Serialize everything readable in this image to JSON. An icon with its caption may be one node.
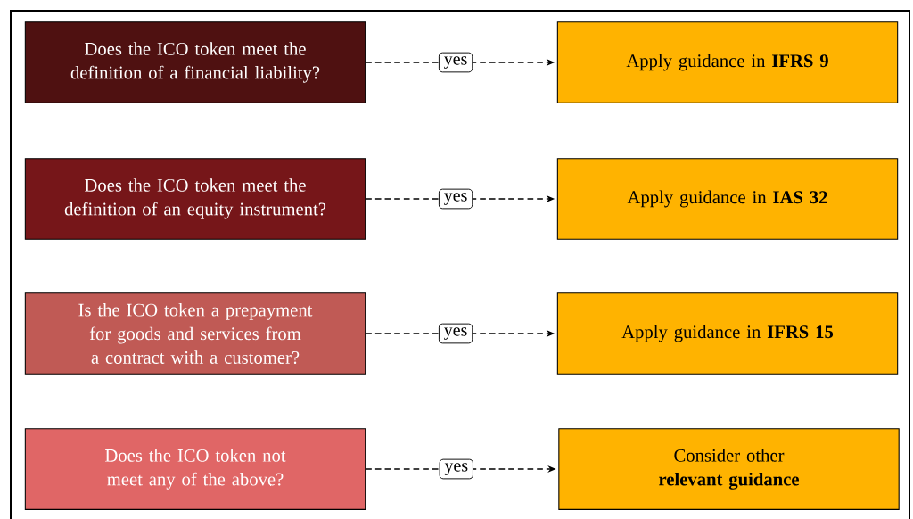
{
  "diagram": {
    "nodes": [
      {
        "text": [
          "Does the ICO token meet the definition of a financial liability?"
        ]
      },
      {
        "text": [
          "Apply guidance in **IFRS 9**"
        ]
      },
      {
        "text": [
          "Does the ICO token meet the definition of an equity instrument?"
        ]
      },
      {
        "text": [
          "Apply guidance in **IAS 32**"
        ]
      },
      {
        "text": [
          "Is the ICO token a prepayment for goods and services from a contract with a customer?"
        ]
      },
      {
        "text": [
          "Apply guidance in **IFRS 15**"
        ]
      },
      {
        "text": [
          "Does the ICO token not meet any of the above?"
        ]
      },
      {
        "text": [
          "Consider other **relevant guidance**"
        ]
      }
    ],
    "edges": [
      {
        "from": 0,
        "to": 1,
        "arrow": "to",
        "label": "yes",
        "style": "dashed"
      },
      {
        "from": 2,
        "to": 3,
        "arrow": "to",
        "label": "yes",
        "style": "dashed"
      },
      {
        "from": 4,
        "to": 5,
        "arrow": "to",
        "label": "yes",
        "style": "dashed"
      },
      {
        "from": 6,
        "to": 7,
        "arrow": "to",
        "label": "yes",
        "style": "dashed"
      }
    ]
  }
}
